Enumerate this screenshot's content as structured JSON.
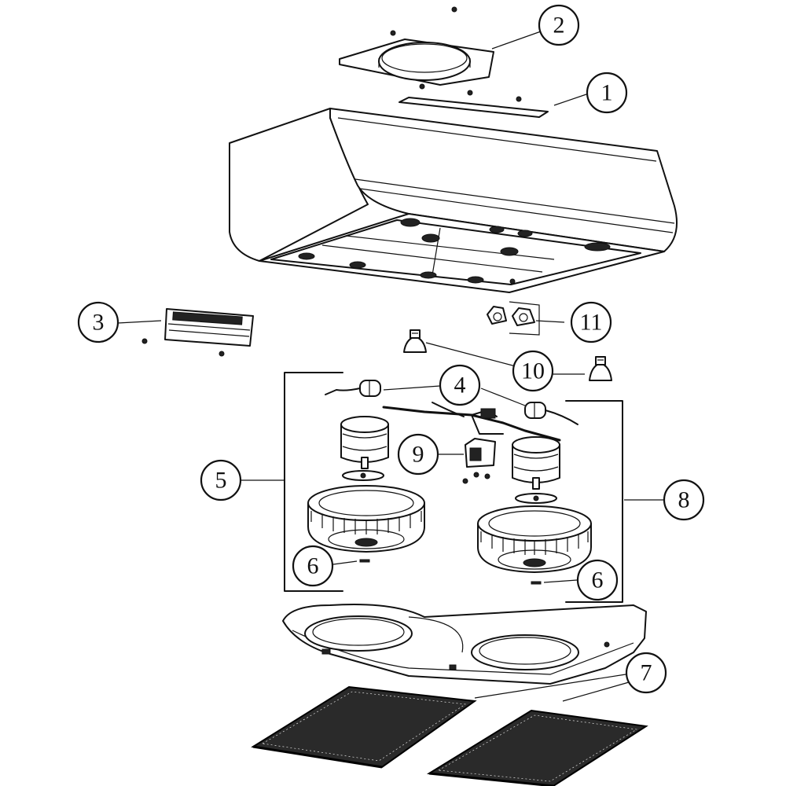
{
  "callouts": {
    "c1": "1",
    "c2": "2",
    "c3": "3",
    "c4": "4",
    "c5": "5",
    "c6a": "6",
    "c6b": "6",
    "c7": "7",
    "c8": "8",
    "c9": "9",
    "c10": "10",
    "c11": "11"
  }
}
